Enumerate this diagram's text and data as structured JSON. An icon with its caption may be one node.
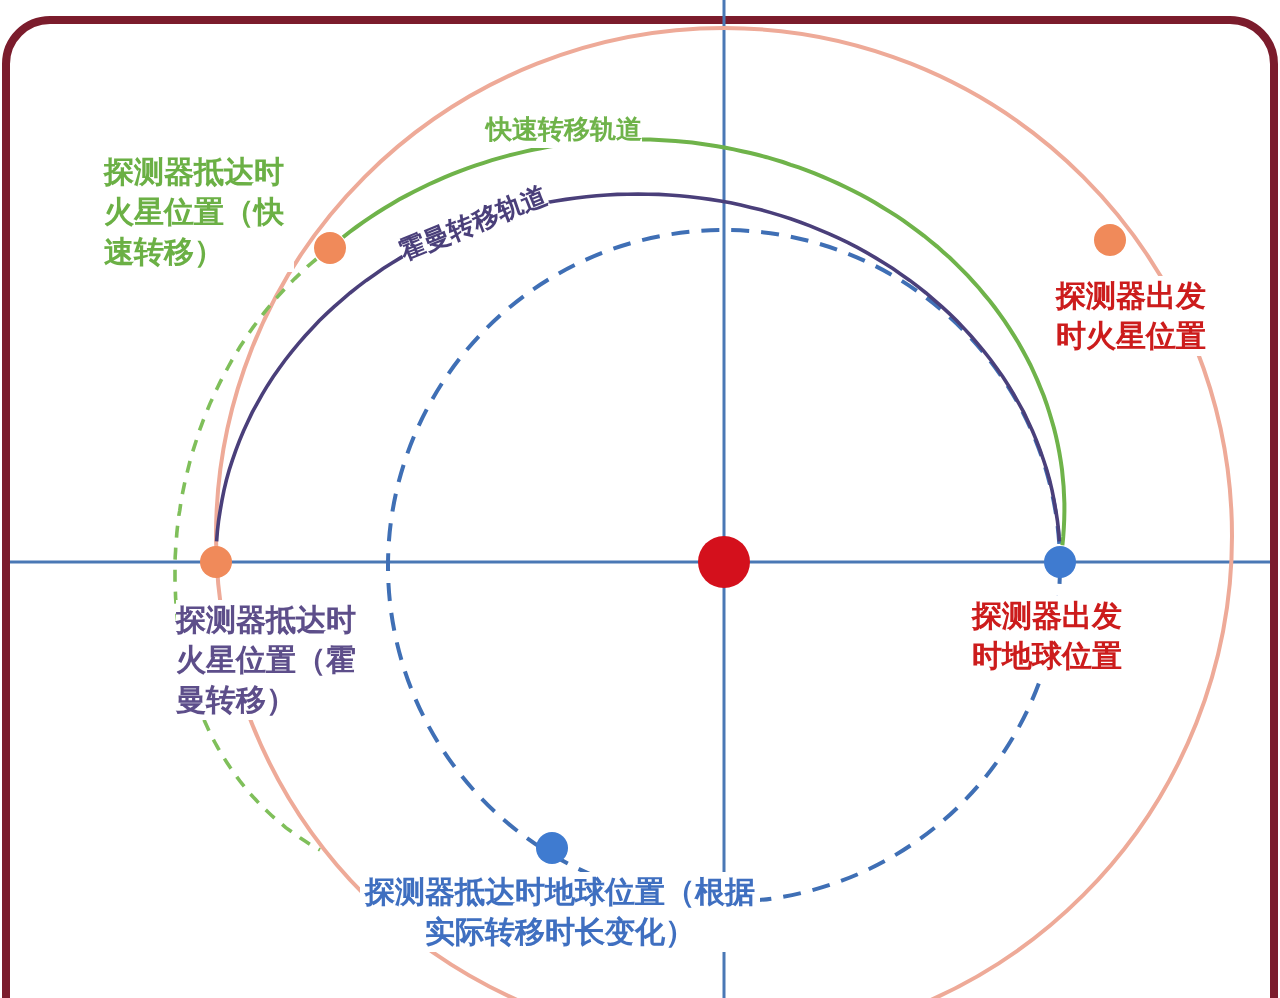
{
  "diagram": {
    "nodes": [
      {
        "text": [],
        "shape": "circle",
        "beside": [
          "探测器抵达时火星位置（快速转移）"
        ]
      },
      {
        "text": [],
        "shape": "circle",
        "beside": [
          "探测器出发时火星位置"
        ]
      },
      {
        "text": [],
        "shape": "circle",
        "beside": [
          "探测器抵达时火星位置（霍曼转移）"
        ]
      },
      {
        "text": [],
        "shape": "circle",
        "beside": [
          "探测器出发时地球位置"
        ]
      },
      {
        "text": [],
        "shape": "circle",
        "beside": [
          "探测器抵达时地球位置（根据实际转移时长变化）"
        ]
      }
    ],
    "edges": [
      {
        "from": 3,
        "to": 0,
        "arrow": "none",
        "label": "快速转移轨道",
        "color": "#6fb34a"
      },
      {
        "from": 3,
        "to": 2,
        "arrow": "none",
        "label": "霍曼转移轨道",
        "color": "#4a3f7a"
      },
      {
        "from": 0,
        "to": null,
        "arrow": "none",
        "style": "dashed",
        "color": "#7fbf5a"
      }
    ]
  }
}
